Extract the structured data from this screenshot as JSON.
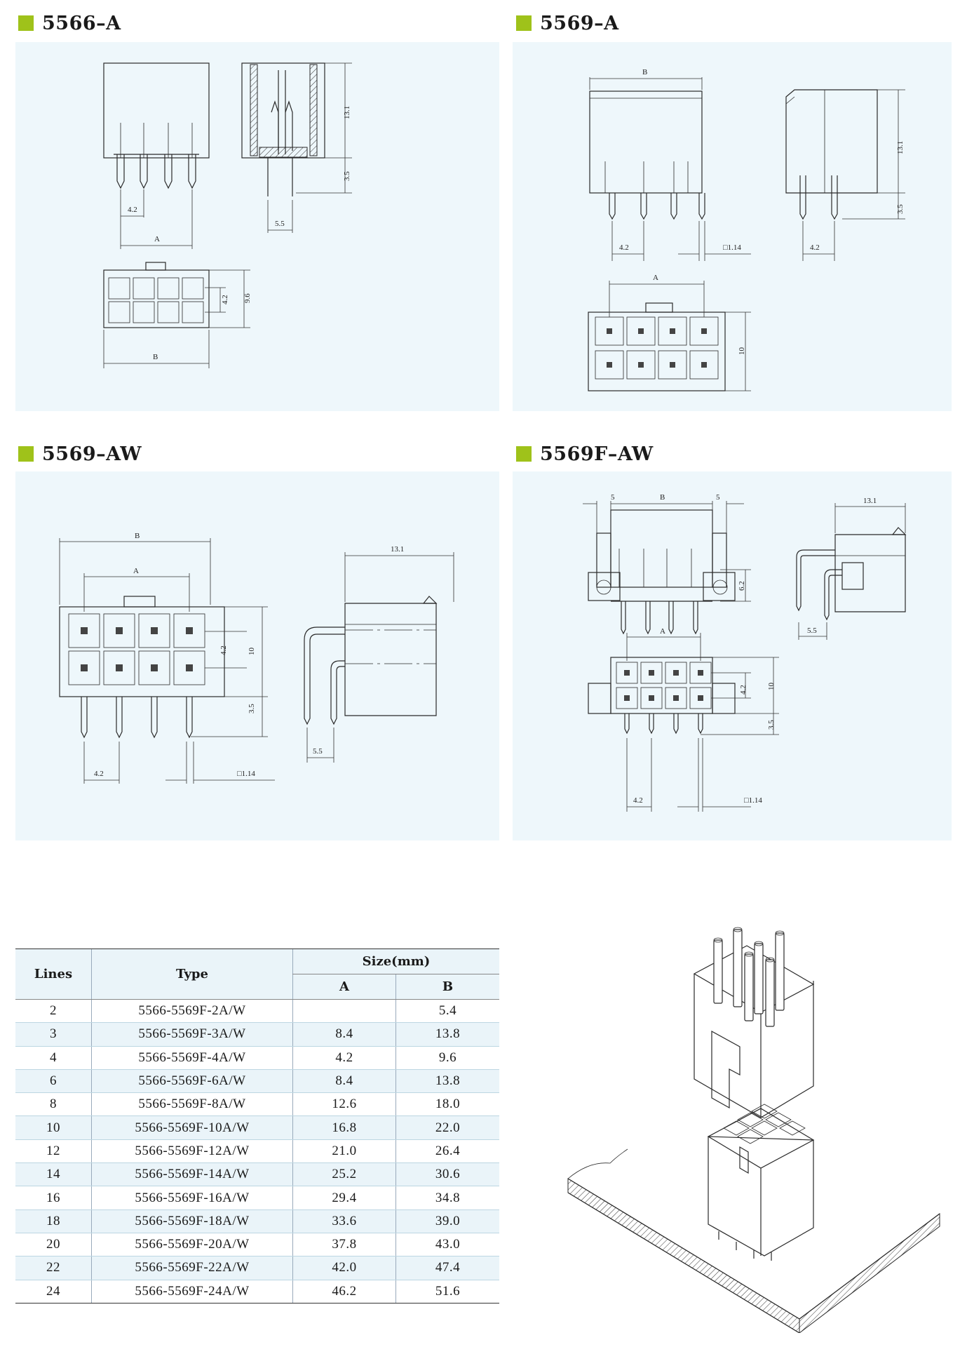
{
  "sections": {
    "s1": {
      "title": "5566–A"
    },
    "s2": {
      "title": "5569–A"
    },
    "s3": {
      "title": "5569–AW"
    },
    "s4": {
      "title": "5569F–AW"
    }
  },
  "dims": {
    "s1": {
      "h131": "13.1",
      "h35": "3.5",
      "w55": "5.5",
      "p42": "4.2",
      "A": "A",
      "p42b": "4.2",
      "h96": "9.6",
      "B": "B"
    },
    "s2": {
      "B": "B",
      "h131": "13.1",
      "h35": "3.5",
      "p42": "4.2",
      "pin": "□1.14",
      "p42b": "4.2",
      "A": "A",
      "h10": "10"
    },
    "s3": {
      "B": "B",
      "A": "A",
      "w131": "13.1",
      "p42": "4.2",
      "h10": "10",
      "h35": "3.5",
      "w55": "5.5",
      "p42b": "4.2",
      "pin": "□1.14"
    },
    "s4": {
      "l5": "5",
      "B": "B",
      "r5": "5",
      "w131": "13.1",
      "h62": "6.2",
      "w55": "5.5",
      "A": "A",
      "p42": "4.2",
      "h10": "10",
      "h35": "3.5",
      "p42b": "4.2",
      "pin": "□1.14"
    }
  },
  "table": {
    "headers": {
      "lines": "Lines",
      "type": "Type",
      "size": "Size(mm)",
      "a": "A",
      "b": "B"
    },
    "rows": [
      {
        "lines": "2",
        "type": "5566-5569F-2A/W",
        "a": "",
        "b": "5.4"
      },
      {
        "lines": "3",
        "type": "5566-5569F-3A/W",
        "a": "8.4",
        "b": "13.8"
      },
      {
        "lines": "4",
        "type": "5566-5569F-4A/W",
        "a": "4.2",
        "b": "9.6"
      },
      {
        "lines": "6",
        "type": "5566-5569F-6A/W",
        "a": "8.4",
        "b": "13.8"
      },
      {
        "lines": "8",
        "type": "5566-5569F-8A/W",
        "a": "12.6",
        "b": "18.0"
      },
      {
        "lines": "10",
        "type": "5566-5569F-10A/W",
        "a": "16.8",
        "b": "22.0"
      },
      {
        "lines": "12",
        "type": "5566-5569F-12A/W",
        "a": "21.0",
        "b": "26.4"
      },
      {
        "lines": "14",
        "type": "5566-5569F-14A/W",
        "a": "25.2",
        "b": "30.6"
      },
      {
        "lines": "16",
        "type": "5566-5569F-16A/W",
        "a": "29.4",
        "b": "34.8"
      },
      {
        "lines": "18",
        "type": "5566-5569F-18A/W",
        "a": "33.6",
        "b": "39.0"
      },
      {
        "lines": "20",
        "type": "5566-5569F-20A/W",
        "a": "37.8",
        "b": "43.0"
      },
      {
        "lines": "22",
        "type": "5566-5569F-22A/W",
        "a": "42.0",
        "b": "47.4"
      },
      {
        "lines": "24",
        "type": "5566-5569F-24A/W",
        "a": "46.2",
        "b": "51.6"
      }
    ]
  },
  "colors": {
    "accent": "#9fc21a",
    "panel_bg": "#eef7fb",
    "table_stripe": "#eaf4f9"
  }
}
